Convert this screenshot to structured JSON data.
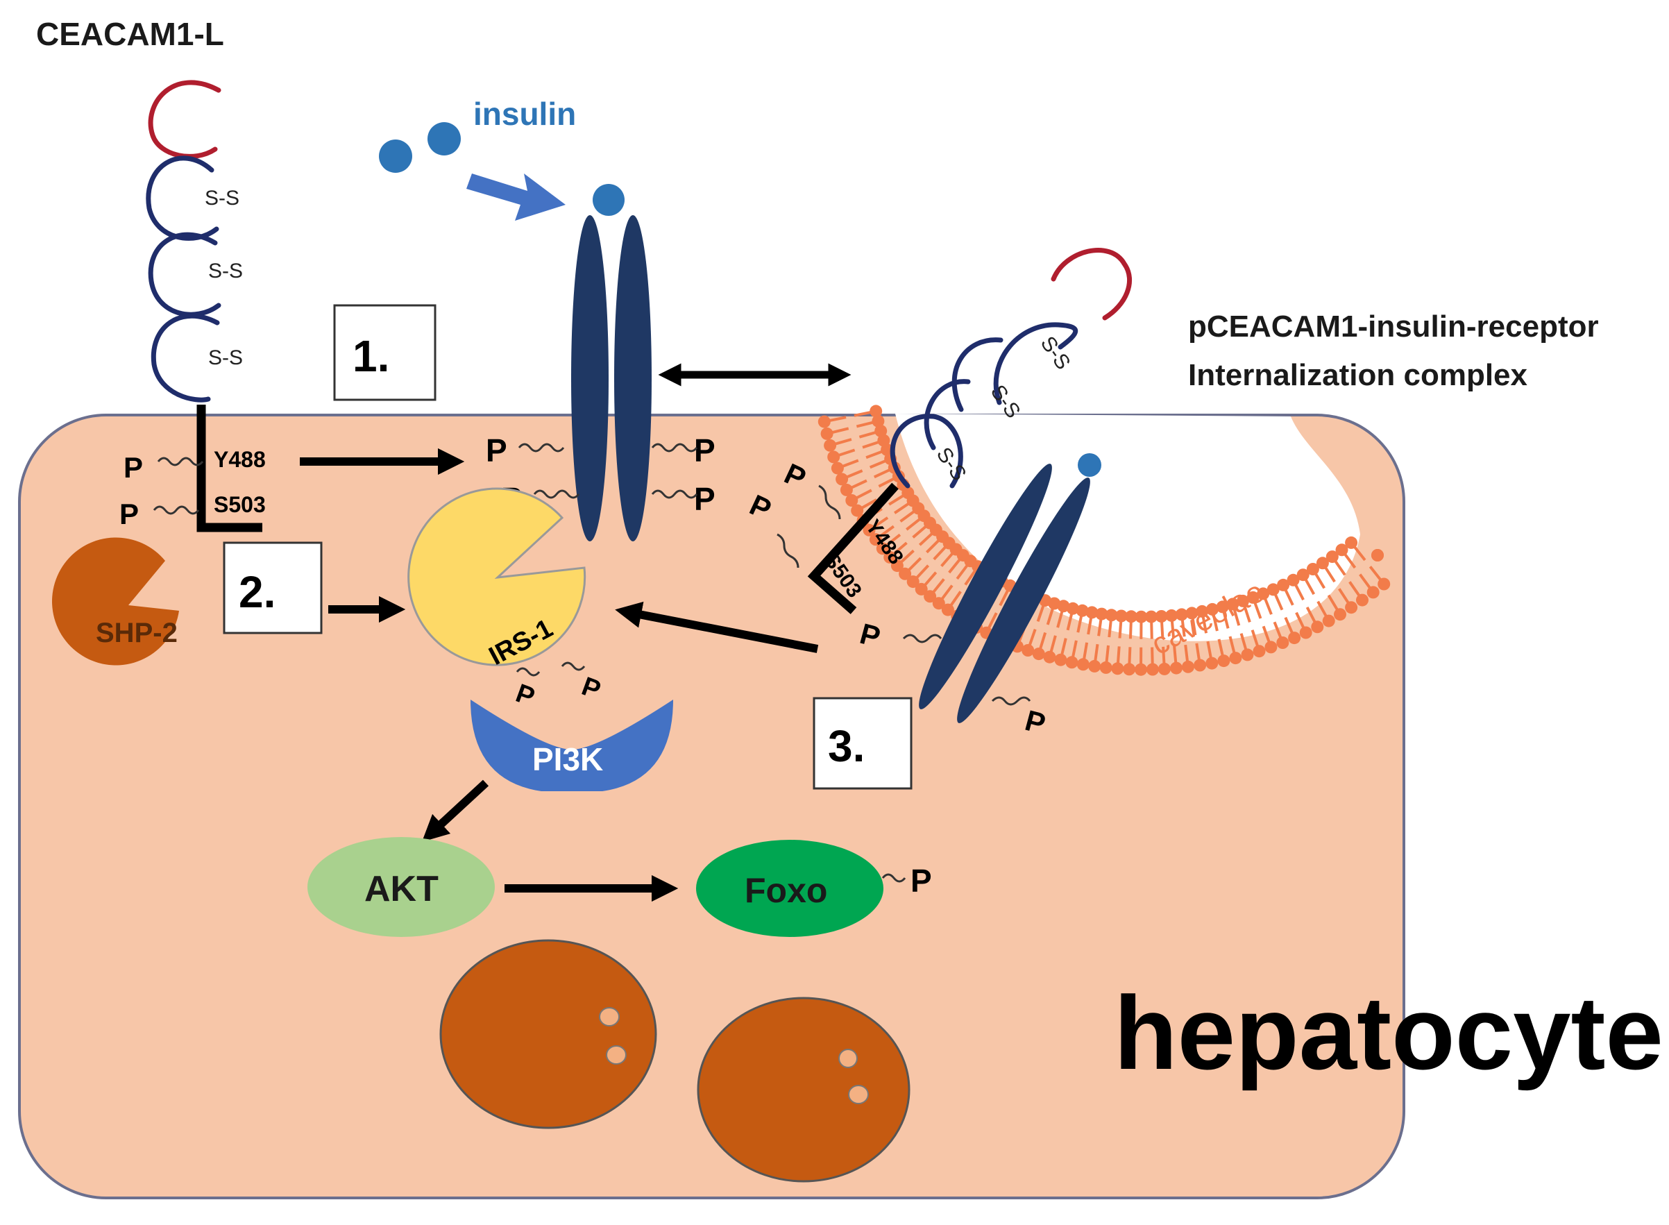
{
  "labels": {
    "ceacam1_l": "CEACAM1-L",
    "insulin": "insulin",
    "ss": "S-S",
    "p": "P",
    "y488": "Y488",
    "s503": "S503",
    "step1": "1.",
    "step2": "2.",
    "step3": "3.",
    "shp2": "SHP-2",
    "irs1": "IRS-1",
    "pi3k": "PI3K",
    "akt": "AKT",
    "foxo": "Foxo",
    "complex_line1": "pCEACAM1-insulin-receptor",
    "complex_line2": "Internalization complex",
    "caveolae": "caveolae",
    "hepatocyte": "hepatocyte"
  },
  "colors": {
    "cell": "#f7c6a8",
    "cell_border": "#6b6f8e",
    "receptor": "#1f3864",
    "ig_domain": "#1f2d6b",
    "n_domain": "#b01e2e",
    "insulin": "#2e75b6",
    "insulin_label": "#2e75b6",
    "arrow_insulin": "#4472c4",
    "caveolae": "#f27c4a",
    "irs1": "#fdd967",
    "pi3k": "#4472c4",
    "shp2": "#c55a11",
    "akt": "#a9d18e",
    "foxo": "#00a651",
    "nucleus": "#c55a11",
    "nucleolus": "#f4b183"
  }
}
